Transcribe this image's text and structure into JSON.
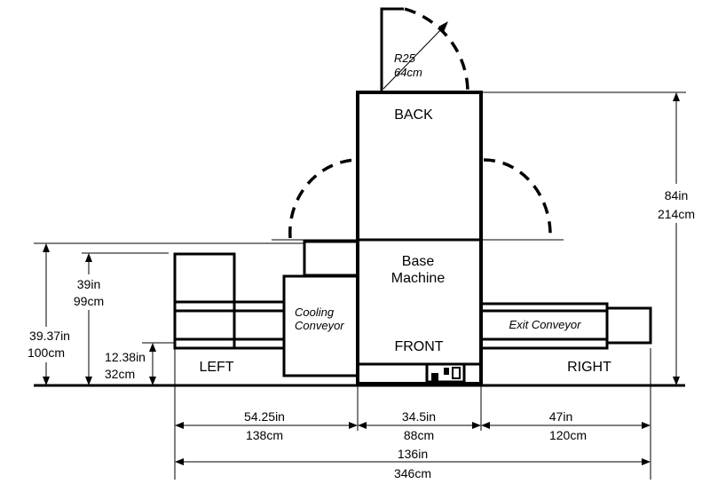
{
  "labels": {
    "back": "BACK",
    "base_line1": "Base",
    "base_line2": "Machine",
    "front": "FRONT",
    "left": "LEFT",
    "right": "RIGHT",
    "cooling_line1": "Cooling",
    "cooling_line2": "Conveyor",
    "exit": "Exit Conveyor",
    "radius_line1": "R25",
    "radius_line2": "64cm"
  },
  "dimensions": {
    "height_total": {
      "in": "84in",
      "cm": "214cm"
    },
    "overall_height": {
      "in": "39.37in",
      "cm": "100cm"
    },
    "cooling_height": {
      "in": "39in",
      "cm": "99cm"
    },
    "conveyor_height": {
      "in": "12.38in",
      "cm": "32cm"
    },
    "left_width": {
      "in": "54.25in",
      "cm": "138cm"
    },
    "machine_width": {
      "in": "34.5in",
      "cm": "88cm"
    },
    "right_width": {
      "in": "47in",
      "cm": "120cm"
    },
    "total_width": {
      "in": "136in",
      "cm": "346cm"
    }
  }
}
